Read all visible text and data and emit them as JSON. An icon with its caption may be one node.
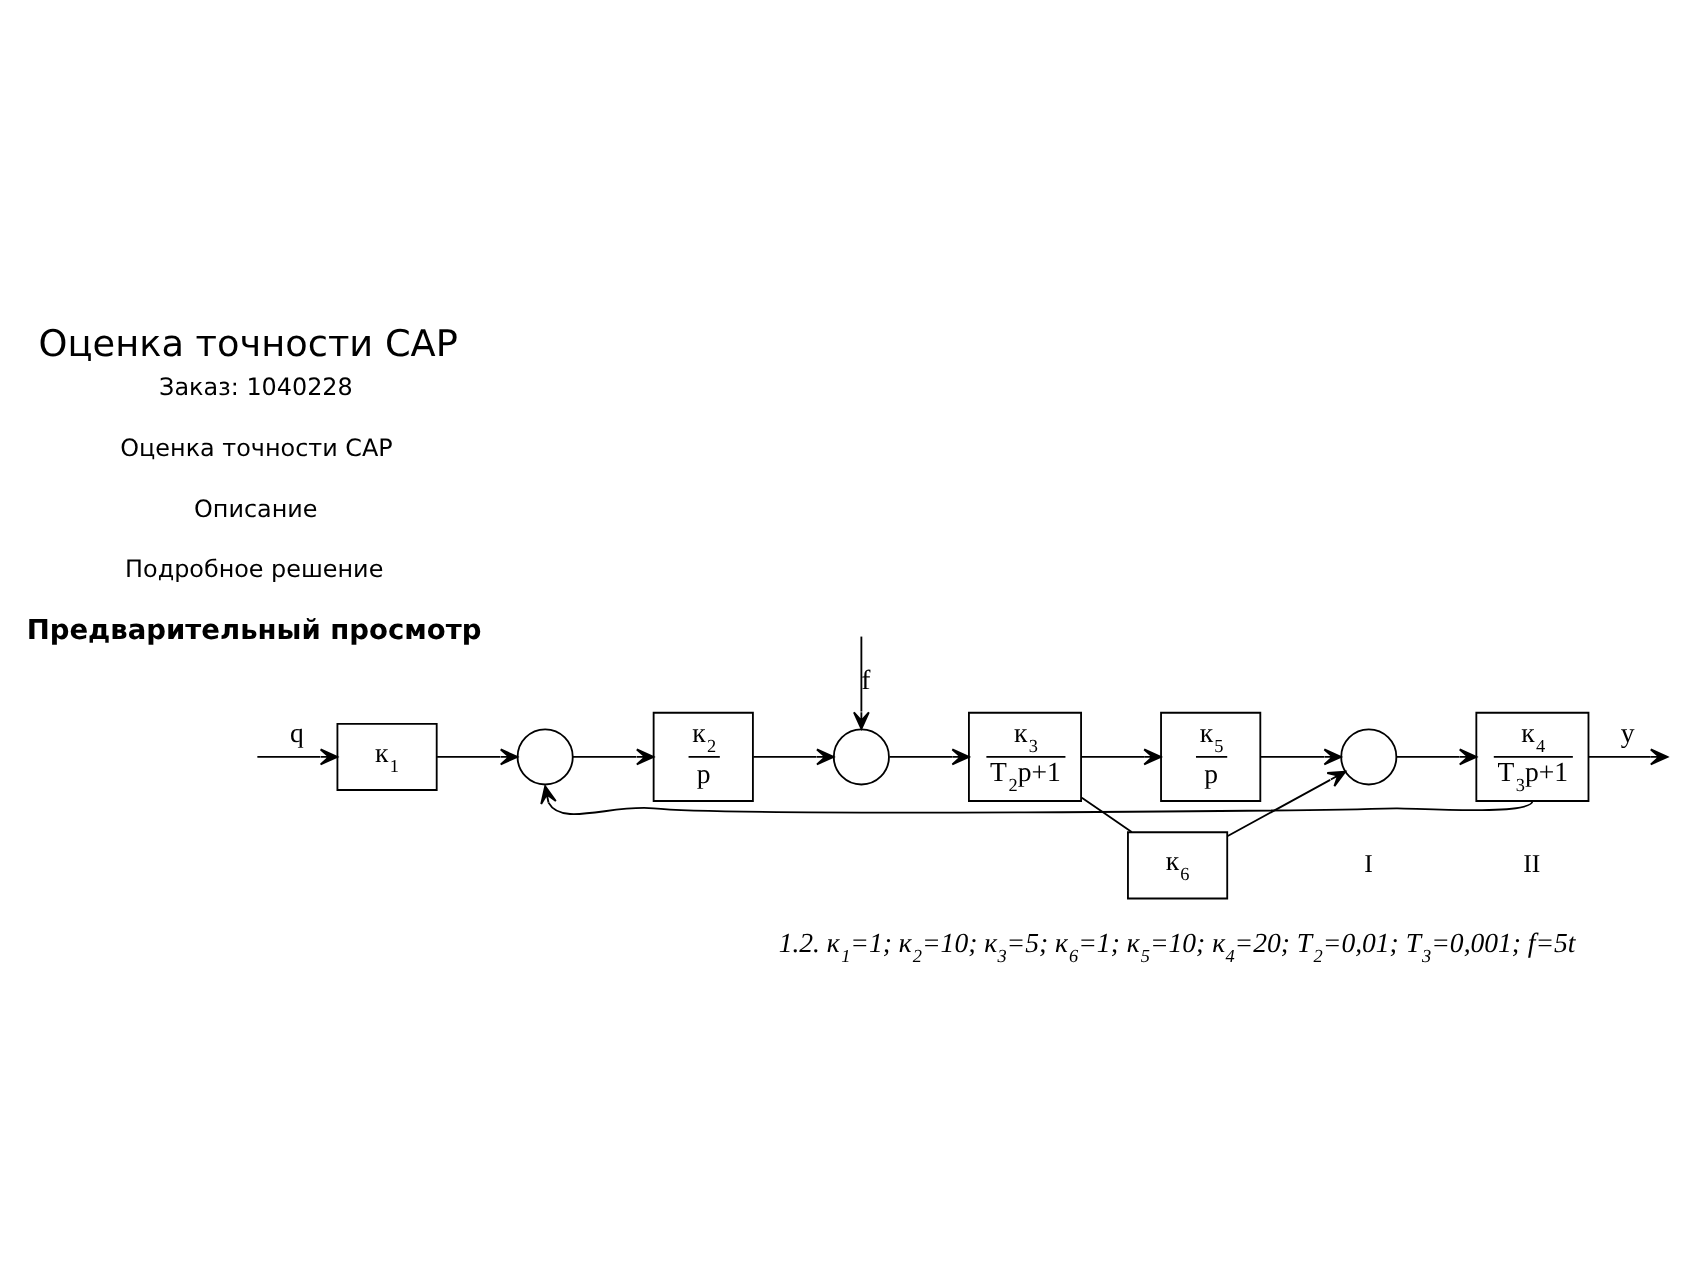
{
  "diagram": {
    "title": "Оценка точности САР",
    "nodes": [
      {
        "text": [
          "к$_{1}$"
        ]
      },
      {
        "text": [],
        "shape": "circle"
      },
      {
        "text": [
          "к$_{2}$",
          "p"
        ]
      },
      {
        "text": [],
        "shape": "circle"
      },
      {
        "text": [
          "к$_{3}$",
          "T$_{2}$p+1"
        ]
      },
      {
        "text": [
          "к$_{5}$",
          "p"
        ]
      },
      {
        "text": [],
        "shape": "circle"
      },
      {
        "text": [
          "к$_{4}$",
          "T$_{3}$p+1"
        ]
      },
      {
        "text": [
          "к$_{6}$"
        ]
      }
    ],
    "edges": [
      {
        "from": null,
        "to": 0,
        "arrow": "to",
        "label": "q"
      },
      {
        "from": 0,
        "to": 1,
        "arrow": "to"
      },
      {
        "from": 1,
        "to": 2,
        "arrow": "to"
      },
      {
        "from": 2,
        "to": 3,
        "arrow": "to"
      },
      {
        "from": null,
        "to": 3,
        "arrow": "to",
        "label": "f"
      },
      {
        "from": 3,
        "to": 4,
        "arrow": "to"
      },
      {
        "from": 4,
        "to": 5,
        "arrow": "to"
      },
      {
        "from": 4,
        "to": 8,
        "arrow": "none"
      },
      {
        "from": 5,
        "to": 6,
        "arrow": "to"
      },
      {
        "from": 8,
        "to": 6,
        "arrow": "to"
      },
      {
        "from": 6,
        "to": 7,
        "arrow": "to"
      },
      {
        "from": 7,
        "to": null,
        "arrow": "to",
        "label": "y"
      },
      {
        "from": 7,
        "to": 1,
        "arrow": "to"
      }
    ],
    "labels": [
      "Заказ: 1040228",
      "Оценка точности САР",
      "Описание",
      "Подробное решение",
      "Предварительный просмотр",
      "I",
      "II",
      "1.2. к$_{1}$=1; к$_{2}$=10; к$_{3}$=5; к$_{6}$=1; к$_{5}$=10; к$_{4}$=20; T$_{2}$=0,01; T$_{3}$=0,001; f=5t"
    ]
  }
}
